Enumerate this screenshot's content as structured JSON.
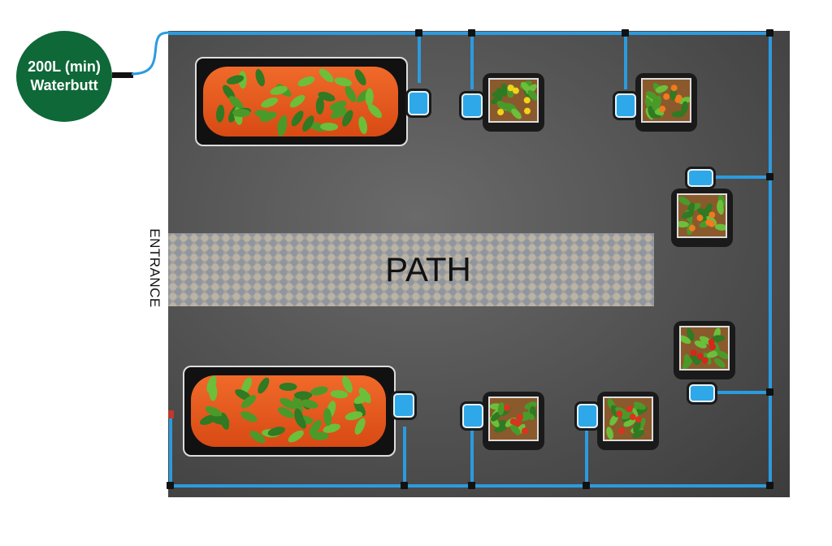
{
  "waterbutt": {
    "line1": "200L (min)",
    "line2": "Waterbutt"
  },
  "labels": {
    "path": "PATH",
    "entrance": "ENTRANCE"
  },
  "colors": {
    "pipe": "#2b9be0",
    "waterbutt": "#0e6837",
    "bag": "#e85a1e",
    "reservoir": "#2ea8e8"
  },
  "plants": [
    "grow-bag",
    "cucumber",
    "pepper",
    "pepper",
    "chilli",
    "tomato",
    "tomato",
    "grow-bag"
  ]
}
